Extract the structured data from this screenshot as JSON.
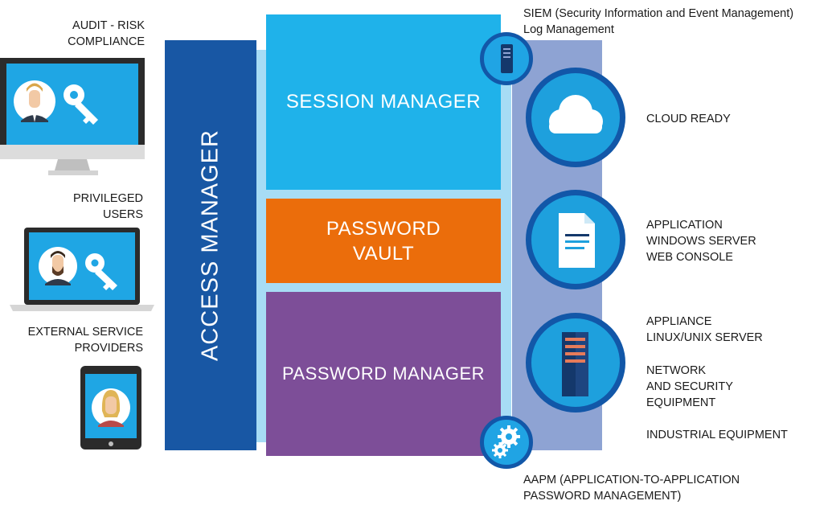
{
  "left_labels": {
    "audit": [
      "AUDIT - RISK",
      "COMPLIANCE"
    ],
    "privileged": [
      "PRIVILEGED",
      "USERS"
    ],
    "external": [
      "EXTERNAL SERVICE",
      "PROVIDERS"
    ]
  },
  "blocks": {
    "access_manager": "ACCESS MANAGER",
    "session_manager": "SESSION MANAGER",
    "password_vault": [
      "PASSWORD",
      "VAULT"
    ],
    "password_manager": "PASSWORD MANAGER"
  },
  "right_labels": {
    "siem": [
      "SIEM (Security Information and Event Management)",
      "Log Management"
    ],
    "cloud": "CLOUD READY",
    "application": [
      "APPLICATION",
      "WINDOWS SERVER",
      "WEB CONSOLE"
    ],
    "appliance": [
      "APPLIANCE",
      "LINUX/UNIX SERVER"
    ],
    "network": [
      "NETWORK",
      "AND SECURITY",
      "EQUIPMENT"
    ],
    "industrial": "INDUSTRIAL EQUIPMENT",
    "aapm": [
      "AAPM (APPLICATION-TO-APPLICATION",
      "PASSWORD MANAGEMENT)"
    ]
  },
  "icons": {
    "devices": [
      "desktop-monitor-icon",
      "laptop-icon",
      "tablet-icon"
    ],
    "people": [
      "user-avatar-man-blond",
      "user-avatar-man-bearded",
      "user-avatar-woman"
    ],
    "other": [
      "key-icon",
      "cloud-icon",
      "document-icon",
      "server-icon",
      "gears-icon"
    ]
  },
  "colors": {
    "access_manager": "#1857a4",
    "session_manager": "#1fb2ea",
    "password_vault": "#eb6d0b",
    "password_manager": "#7d4e98",
    "light_panel": "#a7dcf5",
    "right_panel": "#8ea3d3",
    "circle_fill": "#1ea0dd",
    "circle_ring": "#1257a8"
  }
}
